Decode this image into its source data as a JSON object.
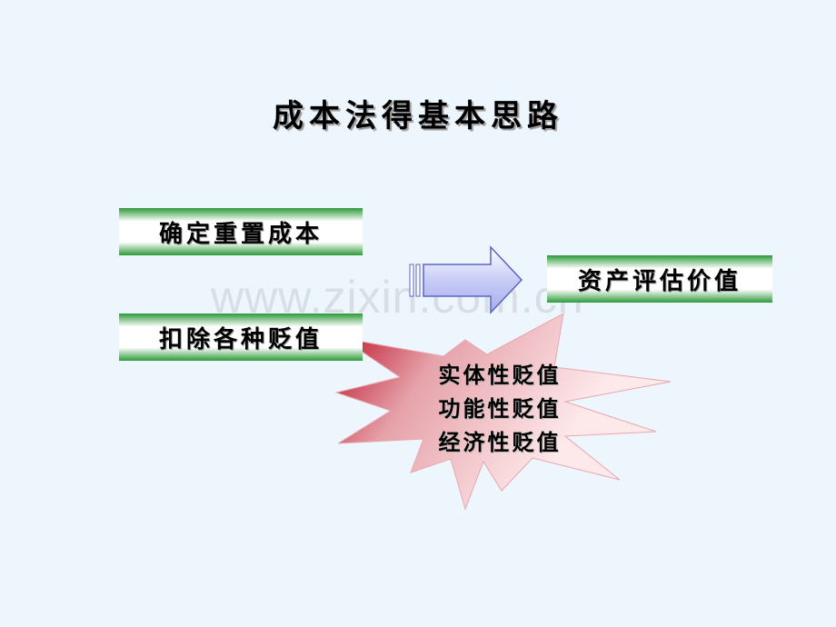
{
  "slide": {
    "title": "成本法得基本思路",
    "box_replacement_cost": "确定重置成本",
    "box_depreciation": "扣除各种贬值",
    "box_result": "资产评估价值",
    "starburst_items": [
      "实体性贬值",
      "功能性贬值",
      "经济性贬值"
    ],
    "watermark": "www.zixin.com.cn"
  },
  "colors": {
    "background": "#eef6fd",
    "box_band": "#2e9a3a",
    "arrow_fill": "#c8ccf6",
    "arrow_stroke": "#5a63c8",
    "star_fill_dark": "#c0263a",
    "star_fill_light": "#fde8ea"
  },
  "icons": {
    "arrow": "right-arrow-icon",
    "burst": "explosion-starburst"
  }
}
